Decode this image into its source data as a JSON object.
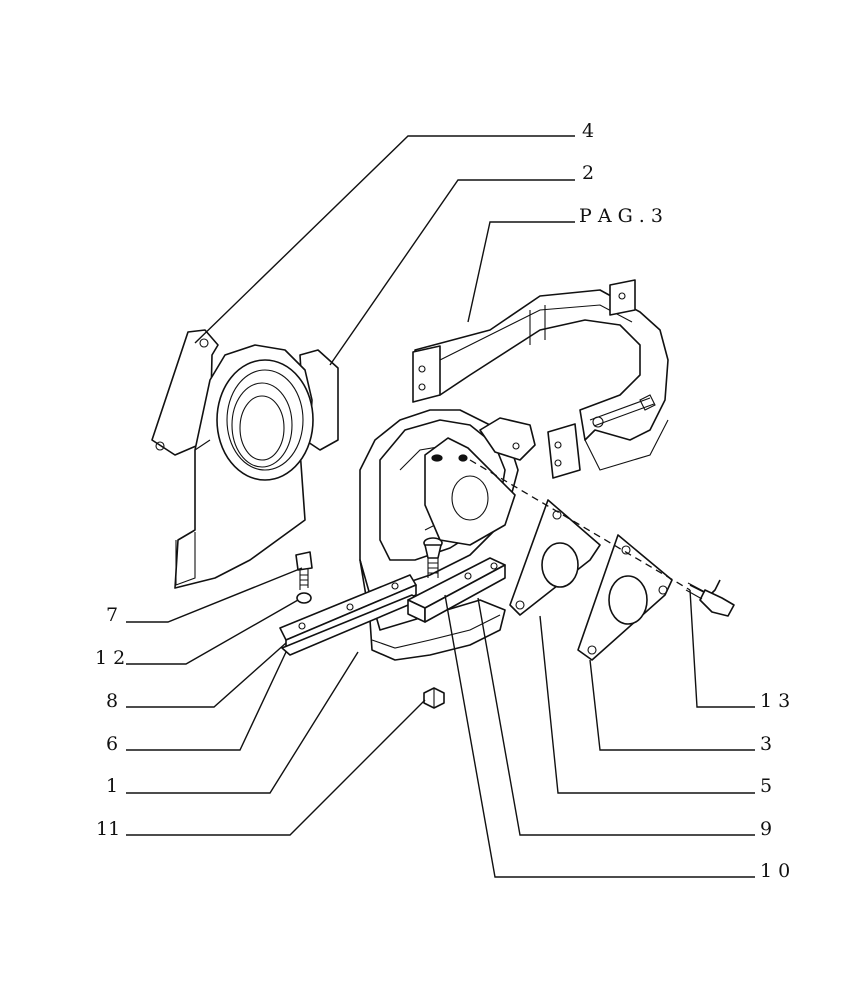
{
  "callouts": {
    "c4": "4",
    "c2": "2",
    "pag": "P A G . 3",
    "c7": "7",
    "c12": "1 2",
    "c8": "8",
    "c6": "6",
    "c1": "1",
    "c11": "11",
    "c13": "1 3",
    "c3": "3",
    "c5": "5",
    "c9": "9",
    "c10": "1 0"
  }
}
